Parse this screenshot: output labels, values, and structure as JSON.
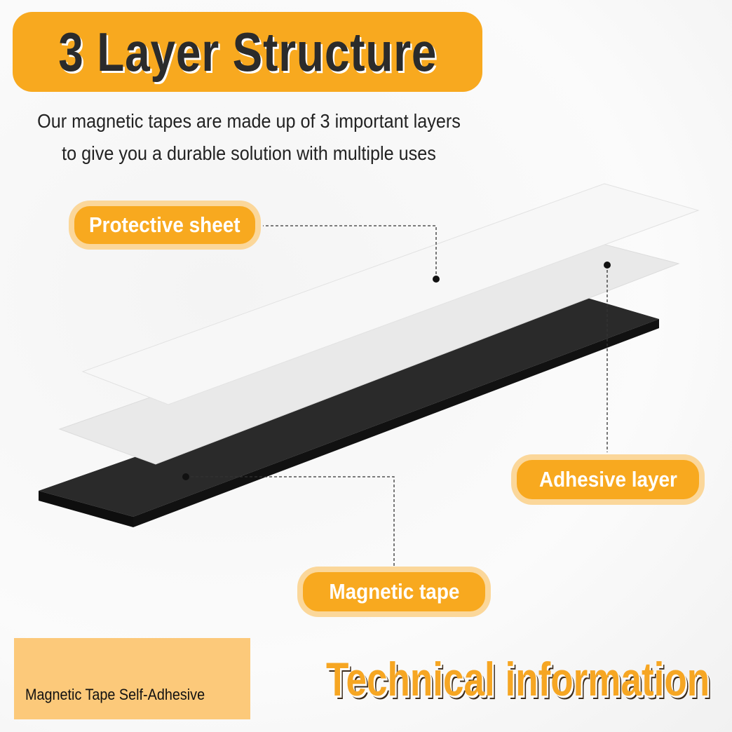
{
  "header": {
    "title": "3 Layer Structure"
  },
  "subtitle": {
    "line1": "Our magnetic tapes are made up of 3 important layers",
    "line2": "to give you a durable solution with multiple uses"
  },
  "labels": {
    "protective_sheet": "Protective sheet",
    "adhesive_layer": "Adhesive layer",
    "magnetic_tape": "Magnetic tape"
  },
  "footer": {
    "product_name": "Magnetic Tape Self-Adhesive",
    "section_title": "Technical information"
  },
  "colors": {
    "accent": "#f8a91f",
    "tape": "#1a1a1a",
    "box": "#fcc97a"
  }
}
